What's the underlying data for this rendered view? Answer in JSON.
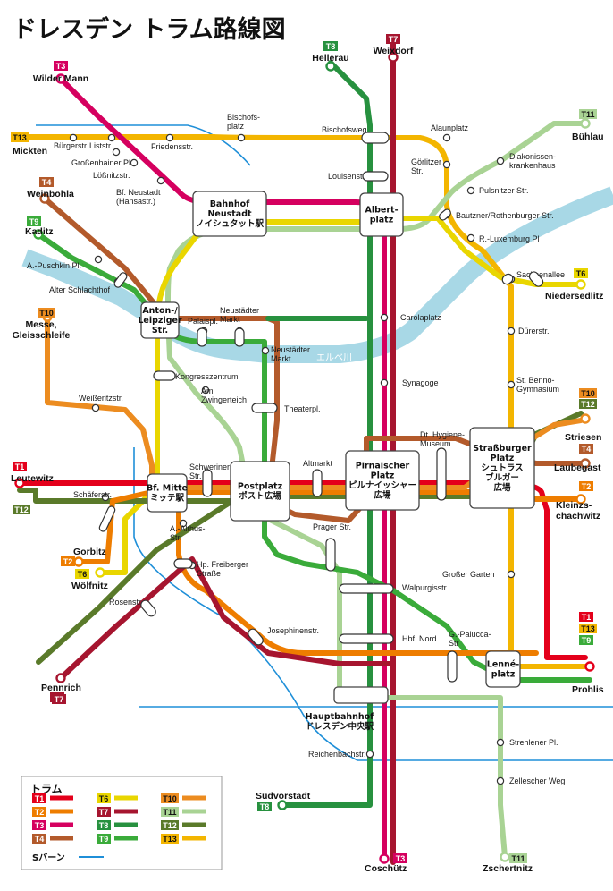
{
  "title": "ドレスデン トラム路線図",
  "colors": {
    "T1": "#e4001b",
    "T2": "#ee7d00",
    "T3": "#d5005f",
    "T4": "#b35a2b",
    "T6": "#e9d600",
    "T7": "#a6152f",
    "T8": "#27913f",
    "T9": "#3aab3a",
    "T10": "#ec8c20",
    "T11": "#a9d394",
    "T12": "#5a7a2a",
    "T13": "#f3b500",
    "river": "#a8d8e6",
    "sbahn": "#1f8fd8"
  },
  "river_label": "エルベ川",
  "hubs": {
    "bahnhof_neustadt": [
      "Bahnhof",
      "Neustadt",
      "ノイシュタット駅"
    ],
    "albertplatz": [
      "Albert-",
      "platz"
    ],
    "anton_leipziger": [
      "Anton-/",
      "Leipziger",
      "Str."
    ],
    "postplatz": [
      "Postplatz",
      "ポスト広場"
    ],
    "bf_mitte": [
      "Bf. Mitte",
      "ミッテ駅"
    ],
    "pirnaischer": [
      "Pirnaischer",
      "Platz",
      "ピルナイッシャー",
      "広場"
    ],
    "strassburger": [
      "Straßburger",
      "Platz",
      "シュトラス",
      "ブルガー",
      "広場"
    ],
    "lenneplatz": [
      "Lenné-",
      "platz"
    ],
    "hauptbahnhof": [
      "Hauptbahnhof",
      "ドレスデン中央駅"
    ]
  },
  "termini": [
    {
      "name": "Wilder Mann",
      "line": "T3"
    },
    {
      "name": "Hellerau",
      "line": "T8"
    },
    {
      "name": "Weixdorf",
      "line": "T7"
    },
    {
      "name": "Mickten",
      "line": "T13"
    },
    {
      "name": "Bühlau",
      "line": "T11"
    },
    {
      "name": "Weinböhla",
      "line": "T4"
    },
    {
      "name": "Kaditz",
      "line": "T9"
    },
    {
      "name": "Niedersedlitz",
      "line": "T6"
    },
    {
      "name": "Messe, Gleisschleife",
      "line": "T10"
    },
    {
      "name": "Leutewitz",
      "line": "T1"
    },
    {
      "name": "Striesen",
      "line": "T10"
    },
    {
      "name": "Laubegast",
      "line": "T4"
    },
    {
      "name": "Kleinzschachwitz",
      "line": "T2"
    },
    {
      "name": "Gorbitz",
      "line": "T2"
    },
    {
      "name": "Wölfnitz",
      "line": "T6"
    },
    {
      "name": "Pennrich",
      "line": "T7"
    },
    {
      "name": "Prohlis",
      "line": "T1"
    },
    {
      "name": "Südvorstadt",
      "line": "T8"
    },
    {
      "name": "Coschütz",
      "line": "T3"
    },
    {
      "name": "Zschertnitz",
      "line": "T11"
    }
  ],
  "termini_text": {
    "messe": [
      "Messe,",
      "Gleisschleife"
    ],
    "kleinz": [
      "Kleinzs-",
      "chachwitz"
    ]
  },
  "stops": {
    "buergerstr": "Bürgerstr.",
    "liststr": "Liststr.",
    "friedensstr": "Friedensstr.",
    "bischofsplatz": [
      "Bischofs-",
      "platz"
    ],
    "grosshainer": "Großenhainer Pl.",
    "loessnitz": "Lößnitzstr.",
    "bfneustadt": [
      "Bf. Neustadt",
      "(Hansastr.)"
    ],
    "bischofsweg": "Bischofsweg",
    "alaunplatz": "Alaunplatz",
    "luisenstr": "Louisenstr.",
    "goerlitzer": [
      "Görlitzer",
      "Str."
    ],
    "diakonissen": [
      "Diakonissen-",
      "krankenhaus"
    ],
    "pulsnitzer": "Pulsnitzer Str.",
    "bautzner": "Bautzner/Rothenburger Str.",
    "rluxemburg": "R.-Luxemburg Pl",
    "sachsenallee": "Sachsenallee",
    "puschkin": "A.-Puschkin Pl.",
    "schlachthof": "Alter Schlachthof",
    "palaispl": "Palaispl.",
    "neustmarkt1": [
      "Neustädter",
      "Markt"
    ],
    "carolaplatz": "Carolaplatz",
    "neustmarkt2": [
      "Neustädter",
      "Markt"
    ],
    "kongress": "Kongresszentrum",
    "zwinger": [
      "Am",
      "Zwingerteich"
    ],
    "theaterpl": "Theaterpl.",
    "synagoge": "Synagoge",
    "duerer": "Dürerstr.",
    "stbenno": [
      "St. Benno-",
      "Gymnasium"
    ],
    "weisseritz": "Weißeritzstr.",
    "hygiene": [
      "Dt. Hygiene-",
      "Museum"
    ],
    "altmarkt": "Altmarkt",
    "schweriner": [
      "Schweriner",
      "Str."
    ],
    "schaefer": "Schäferstr.",
    "althus": [
      "A.-Althus-",
      "Str."
    ],
    "prager": "Prager Str.",
    "freiberger": [
      "Hp. Freiberger",
      "Straße"
    ],
    "walpurgis": "Walpurgisstr.",
    "grgarten": "Großer Garten",
    "rosenstr": "Rosenstr.",
    "josephinen": "Josephinenstr.",
    "hbfnord": "Hbf. Nord",
    "palucca": [
      "G.-Palucca-",
      "Str"
    ],
    "strehlener": "Strehlener Pl.",
    "reichenbach": "Reichenbachstr.",
    "zelleschen": "Zellescher Weg"
  },
  "legend": {
    "title": "トラム",
    "lines": [
      "T1",
      "T2",
      "T3",
      "T4",
      "T6",
      "T7",
      "T8",
      "T9",
      "T10",
      "T11",
      "T12",
      "T13"
    ],
    "sbahn_label": "Sバーン"
  }
}
